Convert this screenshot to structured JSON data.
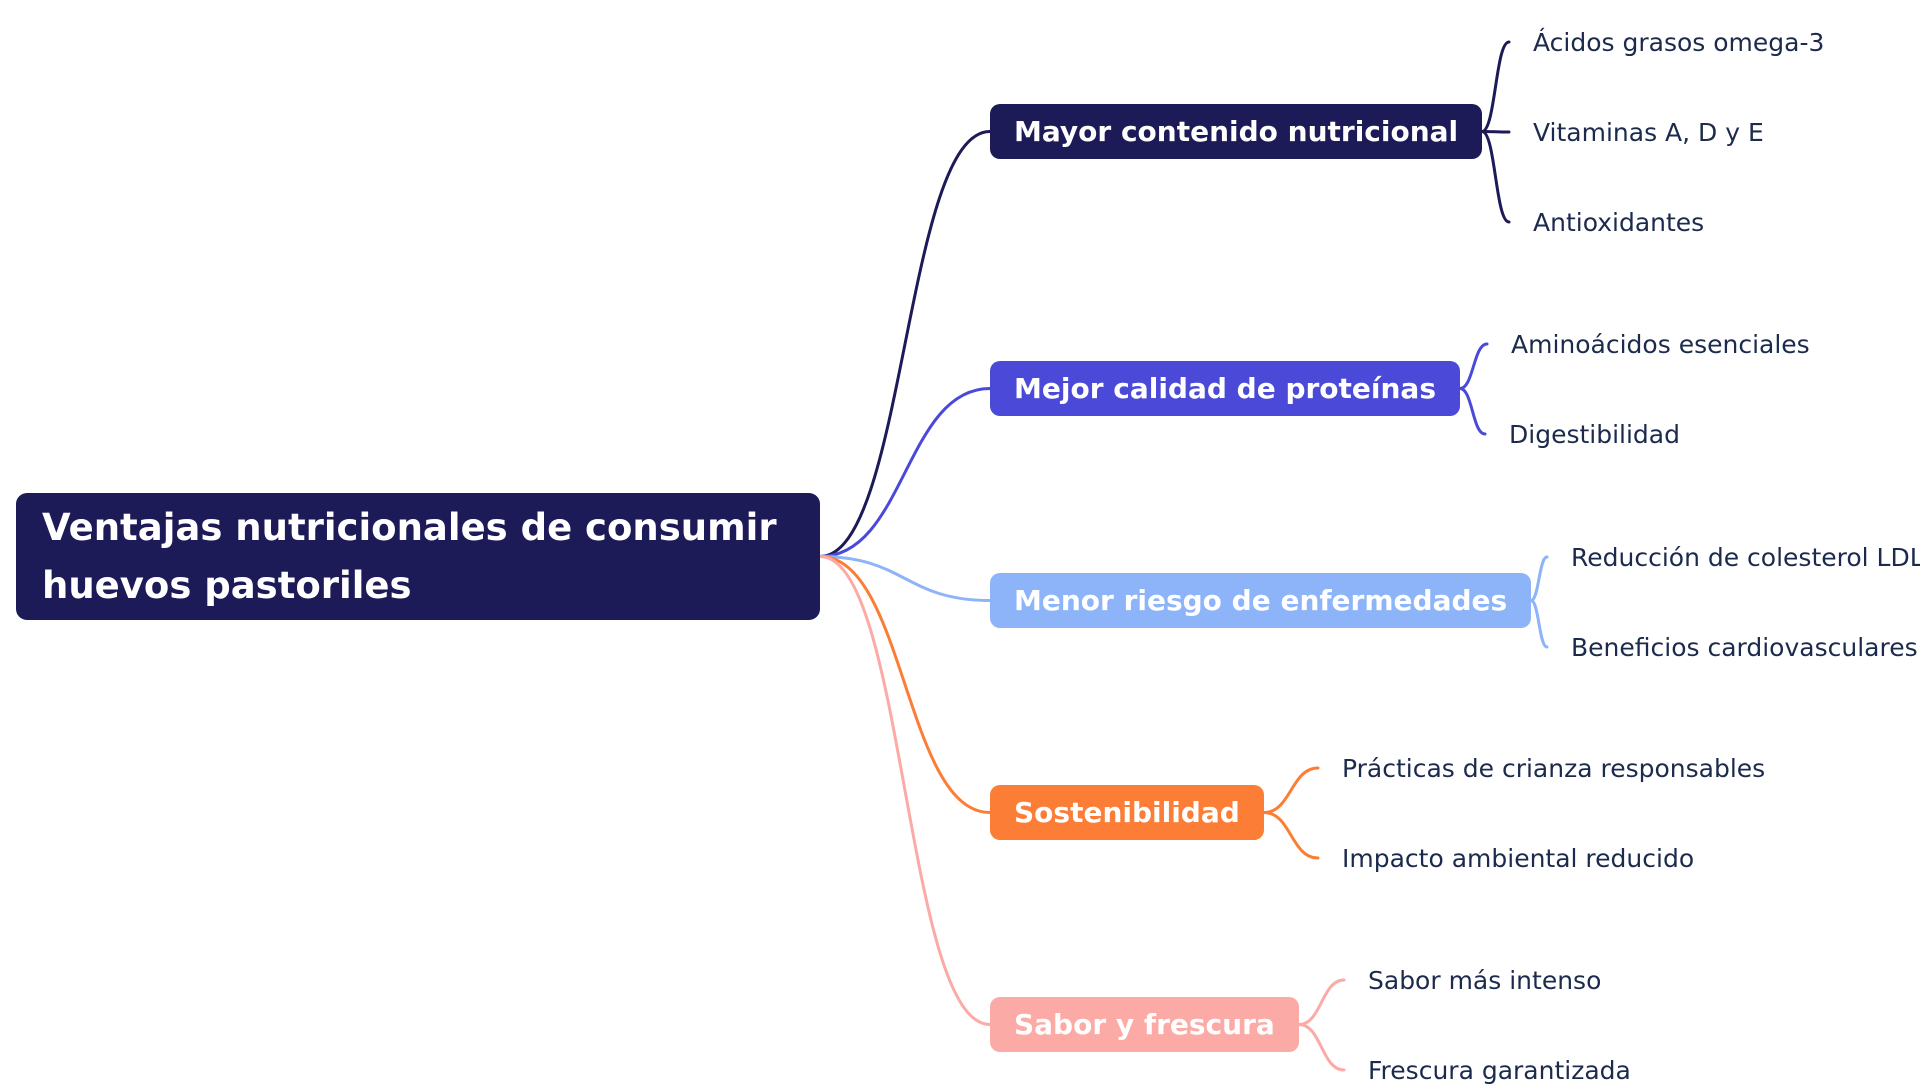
{
  "root": {
    "label": "Ventajas nutricionales de consumir huevos pastoriles",
    "color": "#1c1a57"
  },
  "branches": [
    {
      "label": "Mayor contenido nutricional",
      "color": "#1c1a57",
      "children": [
        "Ácidos grasos omega-3",
        "Vitaminas A, D y E",
        "Antioxidantes"
      ]
    },
    {
      "label": "Mejor calidad de proteínas",
      "color": "#4b4ad8",
      "children": [
        "Aminoácidos esenciales",
        "Digestibilidad"
      ]
    },
    {
      "label": "Menor riesgo de enfermedades",
      "color": "#8db4f9",
      "children": [
        "Reducción de colesterol LDL",
        "Beneficios cardiovasculares"
      ]
    },
    {
      "label": "Sostenibilidad",
      "color": "#fb7d36",
      "children": [
        "Prácticas de crianza responsables",
        "Impacto ambiental reducido"
      ]
    },
    {
      "label": "Sabor y frescura",
      "color": "#fbaaa6",
      "children": [
        "Sabor más intenso",
        "Frescura garantizada"
      ]
    }
  ]
}
